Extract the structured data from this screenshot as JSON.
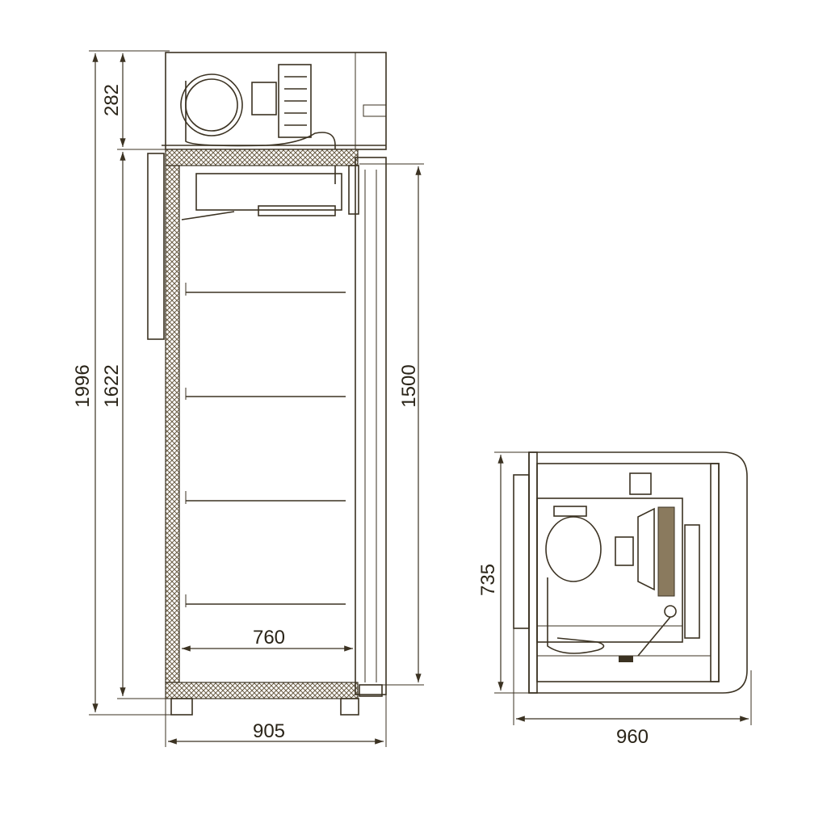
{
  "title": "Refrigerator cabinet dimensional drawing",
  "front_view": {
    "dimensions": {
      "overall_height": "1996",
      "unit_height": "282",
      "body_height": "1622",
      "door_opening_height": "1500",
      "inner_width": "760",
      "overall_width": "905"
    },
    "shelf_count": 4
  },
  "top_view": {
    "dimensions": {
      "depth": "735",
      "width": "960"
    }
  },
  "colors": {
    "line": "#3b3222",
    "insulation": "#6b5d45"
  }
}
